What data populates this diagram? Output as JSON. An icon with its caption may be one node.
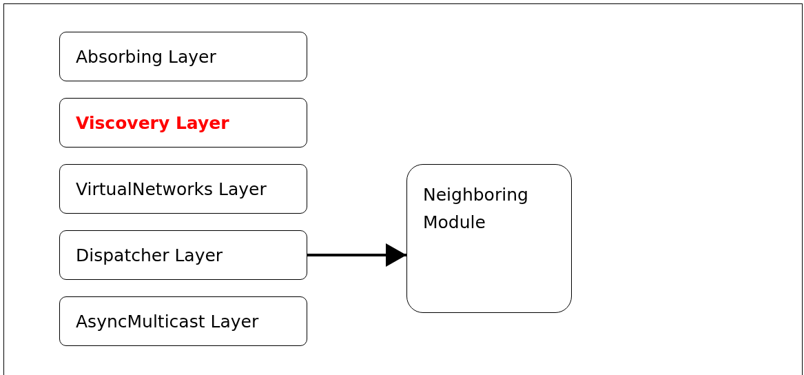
{
  "diagram": {
    "nodes": [
      {
        "text": [
          "Absorbing Layer"
        ]
      },
      {
        "text": [
          "Viscovery Layer"
        ]
      },
      {
        "text": [
          "VirtualNetworks Layer"
        ]
      },
      {
        "text": [
          "Dispatcher Layer"
        ]
      },
      {
        "text": [
          "AsyncMulticast Layer"
        ]
      },
      {
        "text": [
          "Neighboring Module"
        ]
      }
    ],
    "edges": [
      {
        "from": 3,
        "to": 5,
        "arrow": "to"
      }
    ]
  }
}
